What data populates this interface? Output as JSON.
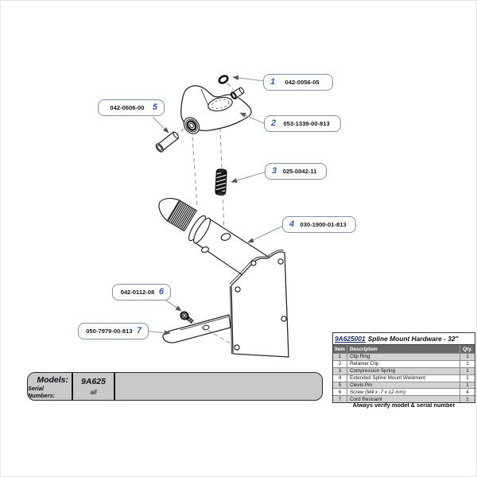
{
  "diagram": {
    "callouts": [
      {
        "number": "1",
        "part_number": "042-0056-05"
      },
      {
        "number": "2",
        "part_number": "053-1339-00-813"
      },
      {
        "number": "3",
        "part_number": "025-0042-11"
      },
      {
        "number": "4",
        "part_number": "030-1900-01-813"
      },
      {
        "number": "5",
        "part_number": "042-0606-00"
      },
      {
        "number": "6",
        "part_number": "042-0112-08"
      },
      {
        "number": "7",
        "part_number": "050-7979-00-813"
      }
    ]
  },
  "parts_table": {
    "title_code": "9A625001",
    "title_text": "Spline Mount Hardware - 32\"",
    "columns": {
      "item": "Item",
      "description": "Description",
      "qty": "Qty."
    },
    "rows": [
      {
        "item": "1",
        "description": "Clip Ring",
        "qty": "1"
      },
      {
        "item": "2",
        "description": "Retainer Clip",
        "qty": "1"
      },
      {
        "item": "3",
        "description": "Compression Spring",
        "qty": "1"
      },
      {
        "item": "4",
        "description": "Extended Spline Mount Weldment",
        "qty": "1"
      },
      {
        "item": "5",
        "description": "Clevis Pin",
        "qty": "1"
      },
      {
        "item": "6",
        "description": "Screw (M4 x .7 x 12 mm)",
        "qty": "4",
        "italic": true
      },
      {
        "item": "7",
        "description": "Cord Restraint",
        "qty": "1"
      }
    ],
    "note": "Always verify model & serial number"
  },
  "models_box": {
    "models_label": "Models:",
    "models_value": "9A625",
    "serial_label": "Serial Numbers:",
    "serial_value": "all"
  },
  "colors": {
    "callout_border": "#8290a6",
    "callout_number": "#3d5a9e",
    "table_code_blue": "#1c2a6e",
    "table_header_bg": "#69696b",
    "table_row_shade": "#d2d2d4",
    "models_box_bg": "#c9c9cb"
  }
}
